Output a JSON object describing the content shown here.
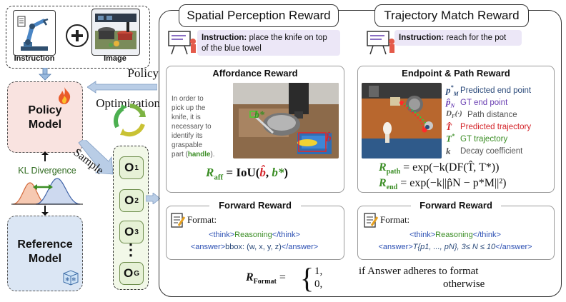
{
  "left": {
    "instruction_label": "Instruction",
    "image_label": "Image",
    "policy_label_line1": "Policy",
    "policy_label_line2": "Model",
    "policy_optimization_line1": "Policy",
    "policy_optimization_line2": "Optimization",
    "sample_label": "Sample",
    "kl_label": "KL Divergence",
    "reference_label_line1": "Reference",
    "reference_label_line2": "Model",
    "outputs": [
      {
        "letter": "O",
        "sub": "1"
      },
      {
        "letter": "O",
        "sub": "2"
      },
      {
        "letter": "O",
        "sub": "3"
      },
      {
        "letter": "O",
        "sub": "G"
      }
    ],
    "ellipsis": "⋮"
  },
  "spatial": {
    "tab": "Spatial Perception Reward",
    "instr_label": "Instruction:",
    "instr_text": "place the knife on top of the blue towel",
    "affordance_title": "Affordance Reward",
    "afford_desc_1": "In order to pick up the knife, it is necessary to identify its graspable part (",
    "afford_desc_handle": "handle",
    "afford_desc_2": ").",
    "r_aff_label": "R",
    "r_aff_sub": "aff",
    "r_aff_formula_eq": "= IoU(",
    "r_aff_b_hat": "b̂",
    "r_aff_comma": ", ",
    "r_aff_b_star": "b*",
    "r_aff_close": ")",
    "image_b_hat": "b̂",
    "image_b_star": "b*",
    "forward_title": "Forward Reward",
    "format_label": "Format:",
    "think_open": "<think>",
    "think_body": "Reasoning",
    "think_close": "</think>",
    "answer_open": "<answer>",
    "answer_body": "bbox: (w, x, y, z)",
    "answer_close": "</answer>"
  },
  "trajectory": {
    "tab": "Trajectory Match Reward",
    "instr_label": "Instruction:",
    "instr_text": "reach for the pot",
    "endpoint_title": "Endpoint & Path Reward",
    "legend": [
      {
        "sym": "p*M",
        "text": "Predicted end point",
        "color": "#2b4a7a"
      },
      {
        "sym": "p̂N",
        "text": "GT end point",
        "color": "#6a3fb2"
      },
      {
        "sym": "DF(·)",
        "text": "Path distance",
        "color": "#555555"
      },
      {
        "sym": "T̂",
        "text": "Predicted trajectory",
        "color": "#d4242a"
      },
      {
        "sym": "T*",
        "text": "GT trajectory",
        "color": "#3a8d24"
      },
      {
        "sym": "k",
        "text": "Decay coefficient",
        "color": "#555555"
      }
    ],
    "r_path_label": "R",
    "r_path_sub": "path",
    "r_path_formula": "= exp(−k(DF(T̂, T*))",
    "r_end_label": "R",
    "r_end_sub": "end",
    "r_end_formula": "= exp(−k||p̂N − p*M||²)",
    "forward_title": "Forward Reward",
    "format_label": "Format:",
    "think_open": "<think>",
    "think_body": "Reasoning",
    "think_close": "</think>",
    "answer_open": "<answer>",
    "answer_body": "T{p1, ..., pN}, 3≤ N ≤ 10",
    "answer_close": "</answer>"
  },
  "format_reward": {
    "label": "R",
    "sub": "Format",
    "eq": "=",
    "case1_value": "1,",
    "case1_cond": "if Answer adheres to format",
    "case2_value": "0,",
    "case2_cond": "otherwise"
  }
}
